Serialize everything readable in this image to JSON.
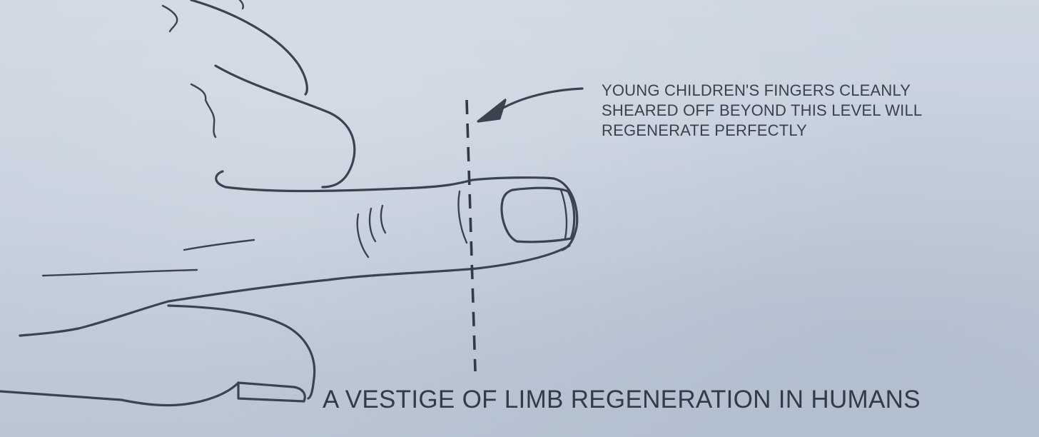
{
  "figure": {
    "annotation_lines": [
      "YOUNG CHILDREN'S FINGERS CLEANLY",
      "SHEARED OFF BEYOND THIS LEVEL WILL",
      "REGENERATE PERFECTLY"
    ],
    "caption": "A VESTIGE OF LIMB REGENERATION IN HUMANS"
  },
  "colors": {
    "paper": "#c9d3de",
    "ink": "#3b4350"
  },
  "icons": {
    "drawing": "hand-with-pointing-finger",
    "cut_marker": "dashed-vertical-line",
    "pointer": "curved-arrow"
  }
}
